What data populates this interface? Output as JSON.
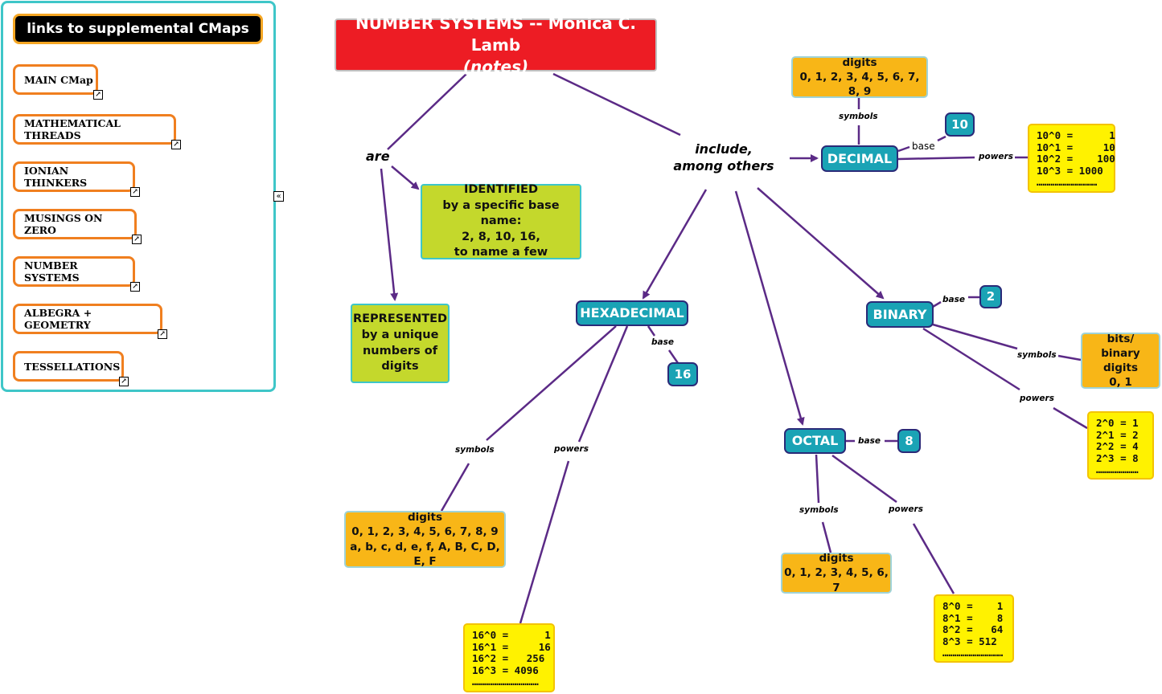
{
  "sidebar": {
    "title": "links to supplemental CMaps",
    "links": [
      "MAIN CMap",
      "MATHEMATICAL THREADS",
      "IONIAN THINKERS",
      "MUSINGS ON ZERO",
      "NUMBER SYSTEMS",
      "ALBEGRA + GEOMETRY",
      "TESSELLATIONS"
    ],
    "link_icon": "↗",
    "collapse_icon": "«"
  },
  "title": {
    "line1": "NUMBER SYSTEMS  --  Monica C. Lamb",
    "line2": "(notes)"
  },
  "labels": {
    "are": "are",
    "include": [
      "include,",
      "among others"
    ],
    "symbols": "symbols",
    "powers": "powers",
    "base": "base"
  },
  "identified": [
    "IDENTIFIED",
    "by a specific base name:",
    "2, 8, 10, 16,",
    "to name a few"
  ],
  "represented": [
    "REPRESENTED",
    "by a unique",
    "numbers of",
    "digits"
  ],
  "decimal": {
    "name": "DECIMAL",
    "base": "10",
    "digits": [
      "digits",
      "0, 1, 2, 3, 4, 5, 6, 7, 8, 9"
    ],
    "powers": [
      "10^0 =      1",
      "10^1 =     10",
      "10^2 =    100",
      "10^3 = 1000",
      "…………………………"
    ]
  },
  "binary": {
    "name": "BINARY",
    "base": "2",
    "digits": [
      "bits/",
      "binary digits",
      "0, 1"
    ],
    "powers": [
      "2^0 = 1",
      "2^1 = 2",
      "2^2 = 4",
      "2^3 = 8",
      "…………………"
    ]
  },
  "hexadecimal": {
    "name": "HEXADECIMAL",
    "base": "16",
    "digits": [
      "digits",
      "0, 1, 2, 3, 4, 5, 6, 7, 8, 9",
      "a, b, c, d, e, f, A, B, C, D, E, F"
    ],
    "powers": [
      "16^0 =      1",
      "16^1 =     16",
      "16^2 =   256",
      "16^3 = 4096",
      "……………………………"
    ]
  },
  "octal": {
    "name": "OCTAL",
    "base": "8",
    "digits": [
      "digits",
      "0, 1, 2, 3, 4, 5, 6, 7"
    ],
    "powers": [
      "8^0 =    1",
      "8^1 =    8",
      "8^2 =   64",
      "8^3 = 512",
      "…………………………"
    ]
  },
  "colors": {
    "edge": "#5b2a86",
    "title": "#ed1c24",
    "teal": "#1aa3b5",
    "green": "#c4d82c",
    "orange": "#f8b617",
    "yellow": "#fff200",
    "panel_border": "#3ec6c8",
    "link_border": "#f07f1f"
  }
}
